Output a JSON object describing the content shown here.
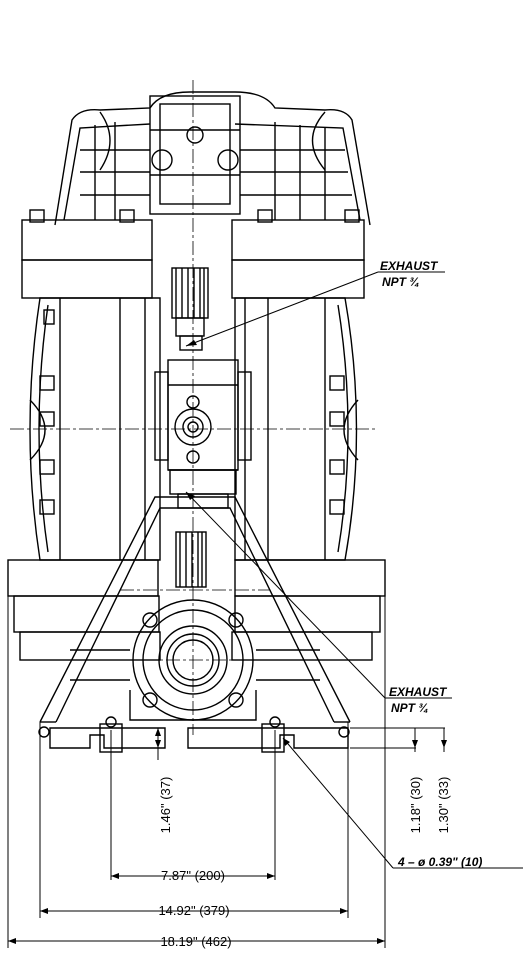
{
  "drawing": {
    "callouts": {
      "exhaust_top": {
        "line1": "EXHAUST",
        "line2": "NPT ¾"
      },
      "exhaust_bottom": {
        "line1": "EXHAUST",
        "line2": "NPT ¾"
      },
      "bolt_holes": "4 – ø 0.39\" (10)"
    },
    "dimensions": {
      "bolt_spacing_inner": "7.87\" (200)",
      "bolt_spacing_mid": "14.92\" (379)",
      "overall_width": "18.19\" (462)",
      "foot_height_left": "1.46\" (37)",
      "foot_height_a": "1.18\" (30)",
      "foot_height_b": "1.30\" (33)"
    }
  }
}
